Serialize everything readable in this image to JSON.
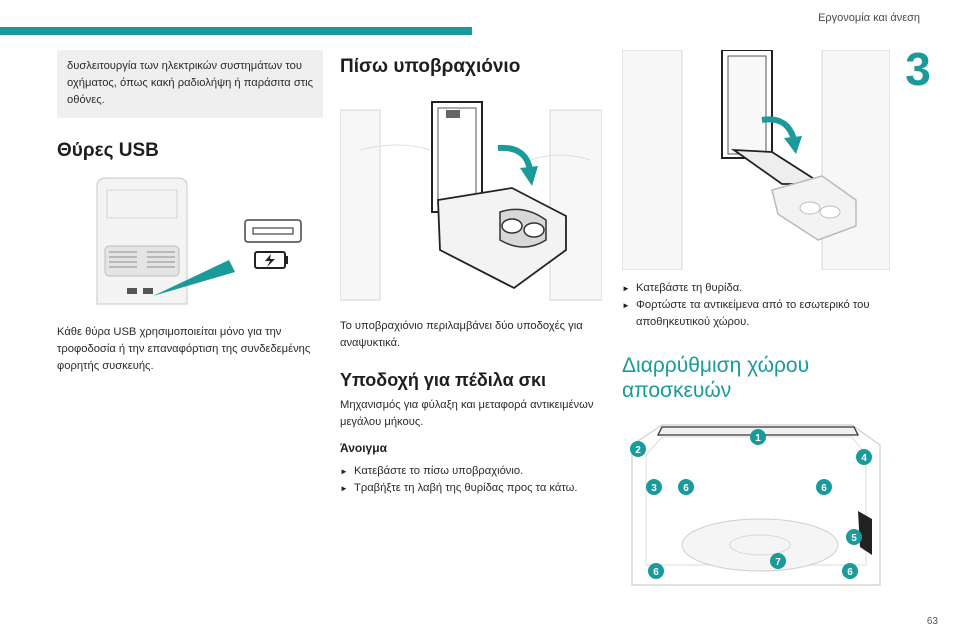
{
  "header": {
    "section_title": "Εργονομία και άνεση",
    "chapter_number": "3",
    "accent_color": "#1a9a9b"
  },
  "page_number": "63",
  "col1": {
    "note_text": "δυσλειτουργία των ηλεκτρικών συστημάτων του οχήματος, όπως κακή ραδιολήψη ή παράσιτα στις οθόνες.",
    "usb_title": "Θύρες USB",
    "usb_text": "Κάθε θύρα USB χρησιμοποιείται μόνο για την τροφοδοσία ή την επαναφόρτιση της συνδεδεμένης φορητής συσκευής."
  },
  "col2": {
    "armrest_title": "Πίσω υποβραχιόνιο",
    "armrest_text": "Το υποβραχιόνιο περιλαμβάνει δύο υποδοχές για αναψυκτικά.",
    "ski_title": "Υποδοχή για πέδιλα σκι",
    "ski_text": "Μηχανισμός για φύλαξη και μεταφορά αντικειμένων μεγάλου μήκους.",
    "opening_title": "Άνοιγμα",
    "opening_steps": [
      "Κατεβάστε το πίσω υποβραχιόνιο.",
      "Τραβήξτε τη λαβή της θυρίδας προς τα κάτω."
    ]
  },
  "col3": {
    "steps": [
      "Κατεβάστε τη θυρίδα.",
      "Φορτώστε τα αντικείμενα από το εσωτερικό του αποθηκευτικού χώρου."
    ],
    "storage_title_line1": "Διαρρύθμιση χώρου",
    "storage_title_line2": "αποσκευών",
    "callouts": [
      "1",
      "2",
      "3",
      "4",
      "5",
      "6",
      "6",
      "6",
      "6",
      "7"
    ]
  }
}
